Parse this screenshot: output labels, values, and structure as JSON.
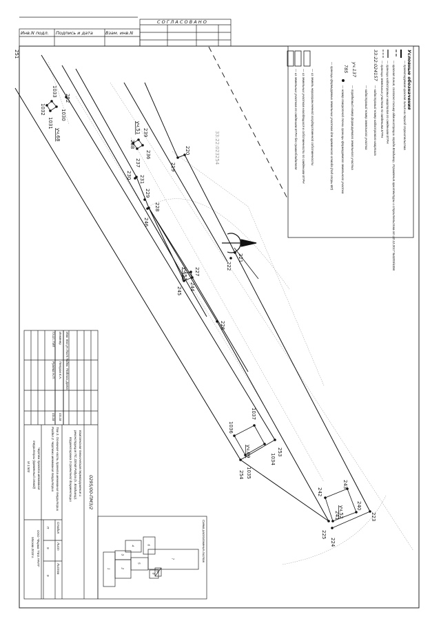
{
  "header": {
    "inv_podl": "Инв.N подл.",
    "podpis_data": "Подпись и дата",
    "vzam_inv": "Взам. инв.N",
    "soglasovano": "С О Г Л А С О В А Н О"
  },
  "legend": {
    "title": "Условные обозначения",
    "items": [
      "— проектируемая красная линия на период строительства",
      "— красная линия, согласно письму администрации города Владимир, Управления архитектуры и строительства от 22.12.2017 №3209/4456",
      "— границы кадастровых кварталов по сведениям ЕГРН",
      "— границы земельных участков по сведениям ЕГРН",
      "— кадастровый номер кадастрового квартала",
      "— кадастровый номер земельного участка",
      "— порядковый номер формируемого земельного участка",
      "— номер поворотной точки границы формируемого земельного участка",
      "— границы формируемых земельных участков для временного отвода (под опоры ВЛ)",
      "— из земель неразграниченной государственной собственности",
      "— из земельных участков находящихся в собственности по сведениям ЕГРН",
      "— из земельных участков по сведениям ЕГРН без правообладателя"
    ],
    "sample_quarter": "33:22:024157",
    "sample_parcel": "уч.137",
    "sample_point": "785"
  },
  "map": {
    "quarter_label": "33:22:023254",
    "points": [
      "251",
      "252",
      "1033",
      "1032",
      "1030",
      "1031",
      "239",
      "238",
      "236",
      "237",
      "230",
      "231",
      "229",
      "228",
      "246",
      "219",
      "220",
      "221",
      "222",
      "227",
      "244",
      "245",
      "226",
      "1037",
      "1036",
      "253",
      "1034",
      "1035",
      "254",
      "243",
      "242",
      "241",
      "240",
      "223",
      "225",
      "224"
    ],
    "parcels": [
      "уч.68",
      "уч.51",
      "уч.53",
      "уч.69",
      "уч.52"
    ]
  },
  "title_block": {
    "sign_header": "Изм. Кол.уч Лист №док. Подпись Дата",
    "row1": {
      "role": "Инженер",
      "name": "Петров К.А.",
      "date": "03.18"
    },
    "row2": {
      "role": "Гл.сп. ГИП",
      "name": "Ружева Н.П.",
      "date": "03.18"
    },
    "code": "0295/00-ПМЗ/2",
    "project_l1": "Комплексная техническая перевооружение и",
    "project_l2": "реконструкция ПС 220кВ Радуга (г. Владимир).",
    "project_l3": "Корректировка 3 проектной документации",
    "volume_l1": "Том 3. Основная часть проекта межевания территории",
    "volume_l2": "Раздел 2. Чертежи межевания территории",
    "drawing_l1": "Чертеж проекта межевания",
    "drawing_l2": "территории (временный отвод)",
    "scale": "М 1:500",
    "stage_h": "Стадия",
    "sheet_h": "Лист",
    "sheets_h": "Листов",
    "stage": "П",
    "sheet": "9",
    "sheets": "9",
    "company_l1": "ООО \"Фирма \"ГЕО ГРУП\"",
    "company_l2": "Москва 2018 г.",
    "scheme_title": "Схема расположения листов",
    "scheme_sheets": [
      "1",
      "2",
      "3",
      "4",
      "5",
      "6",
      "7",
      "8",
      "9"
    ]
  }
}
